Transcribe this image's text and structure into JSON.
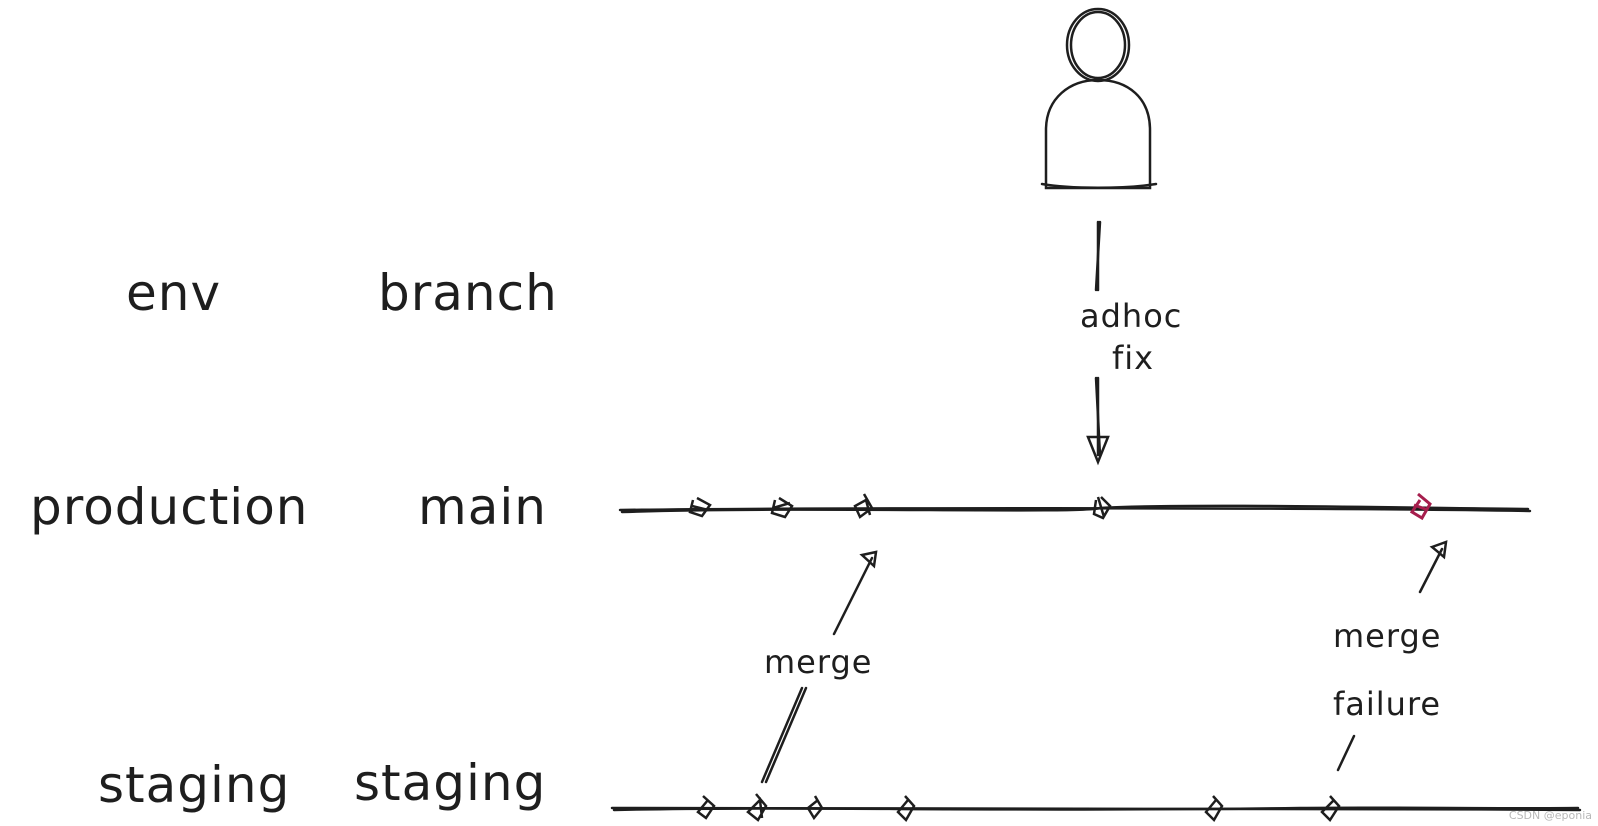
{
  "headers": {
    "env": "env",
    "branch": "branch"
  },
  "rows": [
    {
      "env": "production",
      "branch": "main"
    },
    {
      "env": "staging",
      "branch": "staging"
    }
  ],
  "annotations": {
    "adhoc_fix": [
      "adhoc",
      "fix"
    ],
    "merge": "merge",
    "merge_failure": [
      "merge",
      "failure"
    ]
  },
  "watermark": "CSDN @eponia",
  "colors": {
    "ink": "#1e1e1e",
    "failed_commit": "#a61e4d",
    "background": "#ffffff"
  },
  "icons": {
    "person": "person-icon",
    "commit": "commit-icon",
    "arrow": "arrow-icon"
  }
}
